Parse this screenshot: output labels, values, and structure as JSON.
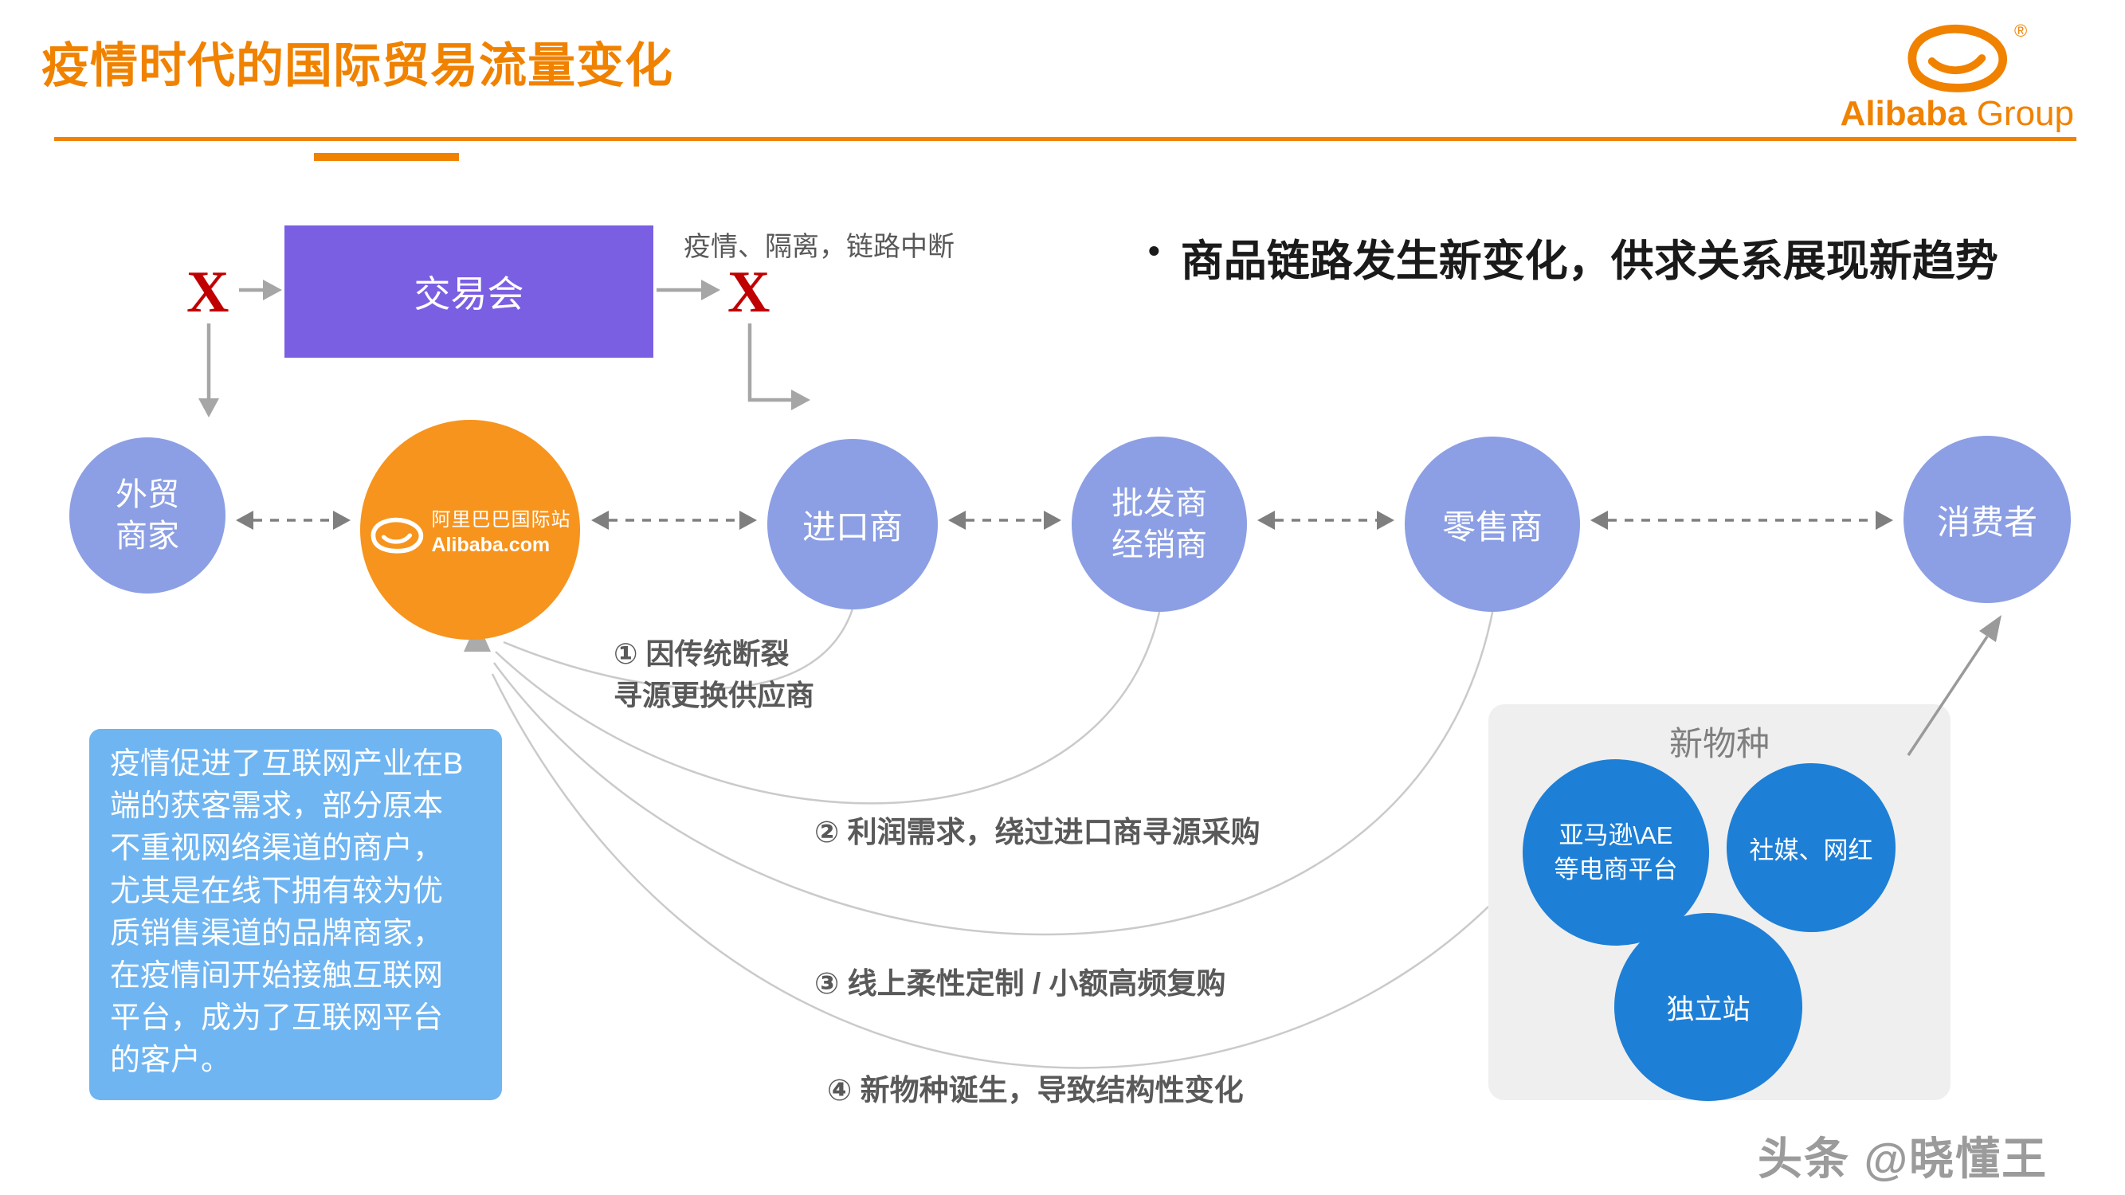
{
  "colors": {
    "accent": "#F08200",
    "purple": "#7A5FE3",
    "periwinkle": "#8C9FE4",
    "alibaba-orange": "#F7941D",
    "deep-blue": "#1E7FD6",
    "light-blue": "#6FB5F2",
    "red-x": "#C00000"
  },
  "header": {
    "title": "疫情时代的国际贸易流量变化",
    "logo_brand": "Alibaba",
    "logo_suffix": "Group",
    "logo_reg": "®"
  },
  "diagram": {
    "tradefair": "交易会",
    "disruption_note": "疫情、隔离，链路中断",
    "x_left": "X",
    "x_right": "X",
    "bullet": "•",
    "headline": "商品链路发生新变化，供求关系展现新趋势",
    "chain": {
      "foreign_trader": "外贸\n商家",
      "alibaba_cn": "阿里巴巴国际站",
      "alibaba_en": "Alibaba.com",
      "importer": "进口商",
      "wholesaler": "批发商\n经销商",
      "retailer": "零售商",
      "consumer": "消费者"
    },
    "annotations": {
      "a1": "① 因传统断裂\n寻源更换供应商",
      "a2": "② 利润需求，绕过进口商寻源采购",
      "a3": "③ 线上柔性定制 / 小额高频复购",
      "a4": "④ 新物种诞生，导致结构性变化"
    },
    "note_box": "疫情促进了互联网产业在B\n端的获客需求，部分原本\n不重视网络渠道的商户，\n尤其是在线下拥有较为优\n质销售渠道的品牌商家，\n在疫情间开始接触互联网\n平台，成为了互联网平台\n的客户。",
    "new_species": {
      "title": "新物种",
      "ecommerce": "亚马逊\\AE\n等电商平台",
      "social": "社媒、网红",
      "independent": "独立站"
    }
  },
  "watermark": "头条 @晓懂王"
}
